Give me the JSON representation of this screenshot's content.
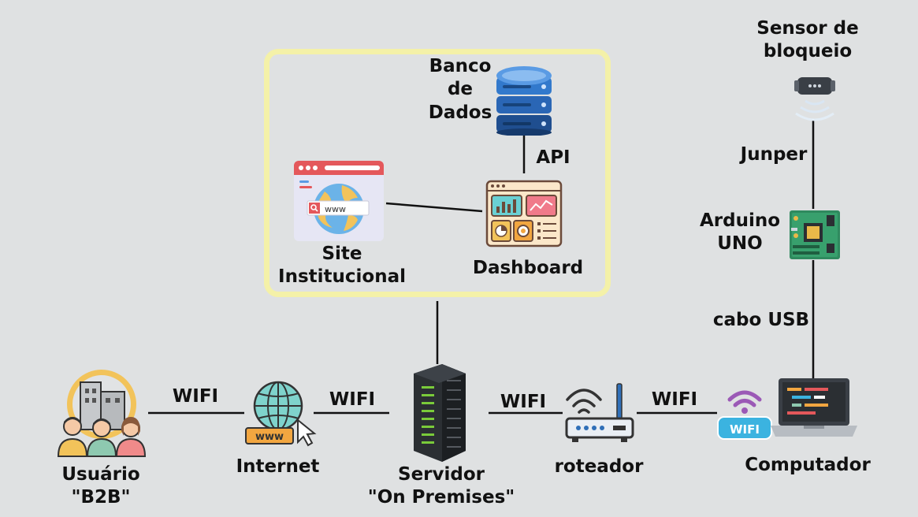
{
  "nodes": {
    "banco": "Banco\nde\nDados",
    "site": "Site\nInstitucional",
    "dashboard": "Dashboard",
    "sensor": "Sensor de\nbloqueio",
    "arduino": "Arduino\nUNO",
    "usuario": "Usuário\n\"B2B\"",
    "internet": "Internet",
    "servidor": "Servidor\n\"On Premises\"",
    "roteador": "roteador",
    "computador": "Computador"
  },
  "edges": {
    "api": "API",
    "junper": "Junper",
    "cabo_usb": "cabo USB",
    "wifi_1": "WIFI",
    "wifi_2": "WIFI",
    "wifi_3": "WIFI",
    "wifi_4": "WIFI"
  },
  "icons": {
    "site_www": "www",
    "internet_www": "www",
    "wifi_badge": "WIFI"
  },
  "colors": {
    "background": "#dfe1e2",
    "highlight_border": "#f4f1a8"
  }
}
